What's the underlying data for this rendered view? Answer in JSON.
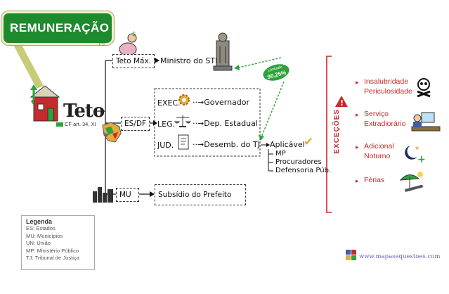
{
  "title": {
    "text": "REMUNERAÇÃO",
    "ref": "[3]"
  },
  "teto": {
    "text": "Teto",
    "ref": "CF art. 34, XI"
  },
  "branches": {
    "teto_max": {
      "label": "Teto Máx.",
      "target": "Ministro do STF"
    },
    "es_df": {
      "label": "ES/DF"
    },
    "mu": {
      "label": "MU",
      "target": "Subsídio do Prefeito"
    }
  },
  "powers": [
    {
      "label": "EXEC.",
      "target": "Governador",
      "icon": "gear-icon"
    },
    {
      "label": "LEG.",
      "target": "Dep. Estadual",
      "icon": "scales-icon"
    },
    {
      "label": "JUD.",
      "target": "Desemb. do TJ",
      "icon": "document-icon"
    }
  ],
  "applicable": {
    "label": "Aplicável",
    "items": [
      "MP",
      "Procuradores",
      "Defensoria Púb."
    ]
  },
  "limit_badge": {
    "line1": "Limitado",
    "line2": "90,25%"
  },
  "exceptions": {
    "title": "EXCEÇÕES",
    "items": [
      {
        "text": "Insalubridade Periculosidade",
        "icon": "skull-icon"
      },
      {
        "text": "Serviço Extradiorário",
        "icon": "office-worker-icon"
      },
      {
        "text": "Adicional Noturno",
        "icon": "moon-icon"
      },
      {
        "text": "Férias",
        "icon": "beach-icon"
      }
    ]
  },
  "legend": {
    "title": "Legenda",
    "items": [
      "ES: Estados",
      "MU: Municípios",
      "UN: União",
      "MP: Ministério Público",
      "TJ: Tribunal de Justiça"
    ]
  },
  "watermark": "www.mapasequestoes.com",
  "colors": {
    "banner": "#1e8a2e",
    "exception": "#c62a2a",
    "limit": "#2ea23c"
  }
}
